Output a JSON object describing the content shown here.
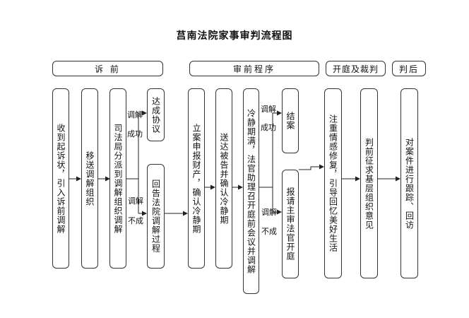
{
  "title": "莒南法院家事审判流程图",
  "stages": {
    "pre": "诉 前",
    "trial": "审前程序",
    "court": "开庭及裁判",
    "after": "判后"
  },
  "boxes": {
    "receive": "收到起诉状，引入诉前调解",
    "transfer": "移送调解组织",
    "judicial": "司法局分派到调解组织调解",
    "agree": "达成协议",
    "return": "回告法院调解过程",
    "file": "立案申报财产，确认冷静期",
    "deliver": "送达被告并确认冷静期",
    "cooling": "冷静期满，法官助理召开庭前会议并调解",
    "close": "结案",
    "report": "报请主审法官开庭",
    "emotion": "注重情感修复，引导回忆美好生活",
    "opinion": "判前征求基层组织意见",
    "follow": "对案件进行跟踪、回访"
  },
  "labels": {
    "success1_a": "调解",
    "success1_b": "成功",
    "fail1_a": "调解",
    "fail1_b": "不成",
    "success2_a": "调解",
    "success2_b": "成功",
    "fail2_a": "调解",
    "fail2_b": "不成"
  }
}
